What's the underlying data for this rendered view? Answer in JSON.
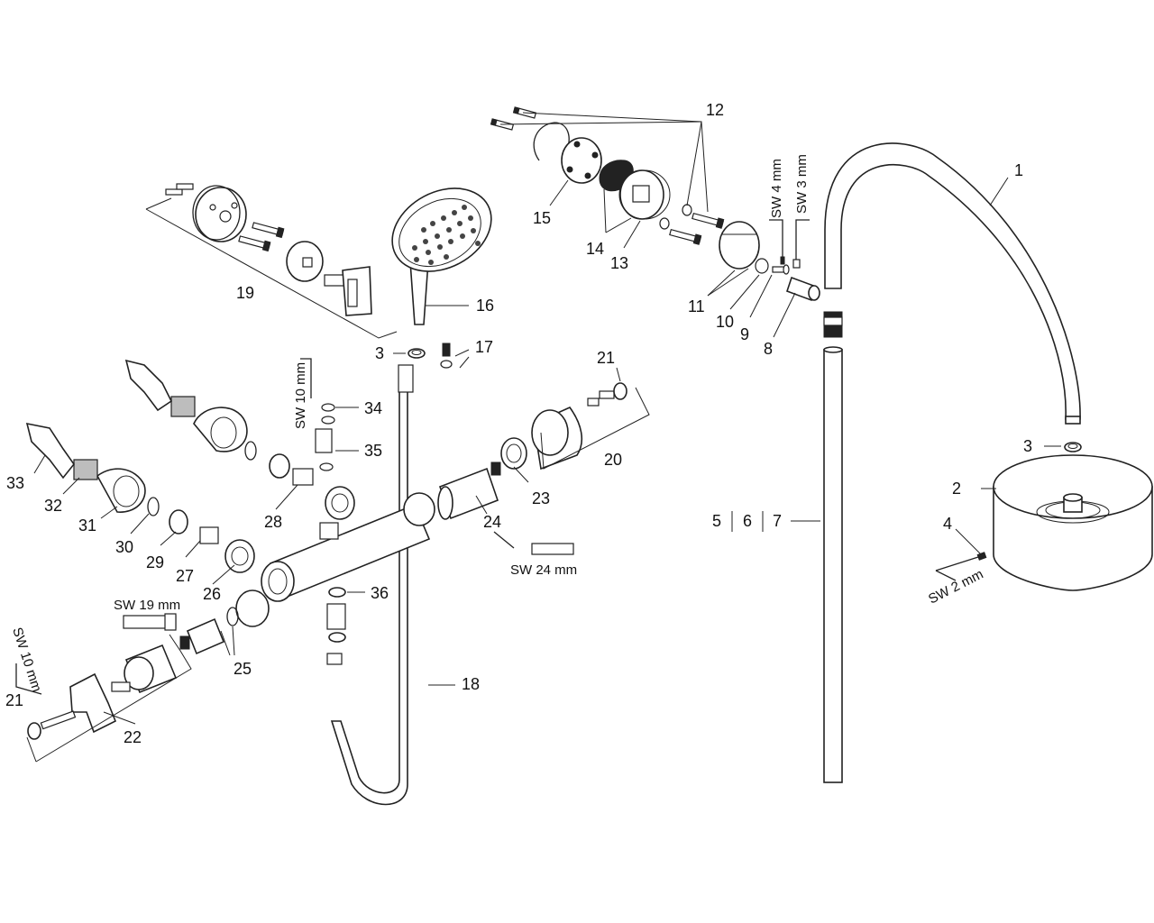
{
  "callouts": {
    "n1": "1",
    "n2": "2",
    "n3a": "3",
    "n3b": "3",
    "n4": "4",
    "n5": "5",
    "n6": "6",
    "n7": "7",
    "n8": "8",
    "n9": "9",
    "n10": "10",
    "n11": "11",
    "n12": "12",
    "n13": "13",
    "n14": "14",
    "n15": "15",
    "n16": "16",
    "n17": "17",
    "n18": "18",
    "n19": "19",
    "n20": "20",
    "n21a": "21",
    "n21b": "21",
    "n22": "22",
    "n23": "23",
    "n24": "24",
    "n25": "25",
    "n26": "26",
    "n27": "27",
    "n28": "28",
    "n29": "29",
    "n30": "30",
    "n31": "31",
    "n32": "32",
    "n33": "33",
    "n34": "34",
    "n35": "35",
    "n36": "36"
  },
  "wrench_sizes": {
    "sw4": "SW 4 mm",
    "sw3": "SW 3 mm",
    "sw10a": "SW 10 mm",
    "sw10b": "SW 10 mm",
    "sw19": "SW 19 mm",
    "sw24": "SW 24 mm",
    "sw2": "SW 2 mm"
  },
  "colors": {
    "line": "#222222",
    "background": "#ffffff"
  }
}
